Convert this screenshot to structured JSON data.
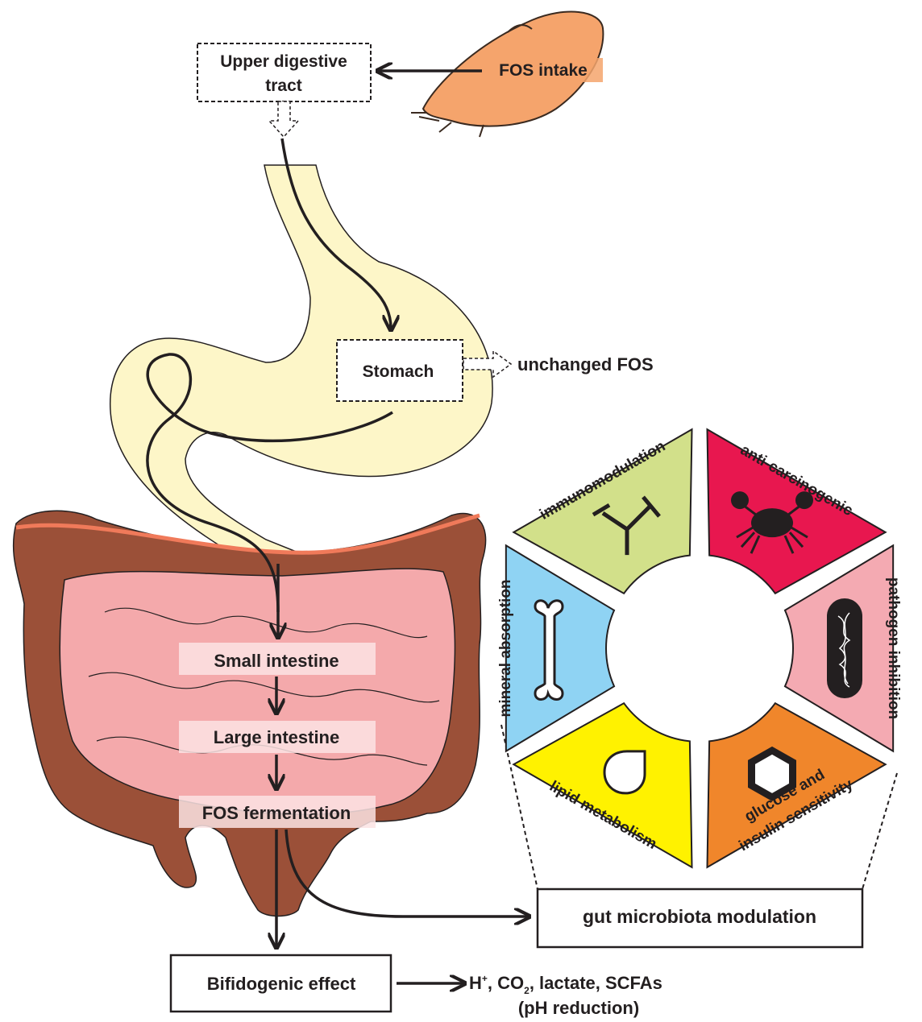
{
  "flow": {
    "fos_intake": "FOS intake",
    "upper_tract_line1": "Upper digestive",
    "upper_tract_line2": "tract",
    "stomach": "Stomach",
    "unchanged": "unchanged FOS",
    "small_intestine": "Small intestine",
    "large_intestine": "Large intestine",
    "fermentation": "FOS fermentation",
    "bifidogenic": "Bifidogenic effect",
    "gut_modulation": "gut microbiota modulation",
    "products_h": "H",
    "products_h_sup": "+",
    "products_co": ", CO",
    "products_co_sub": "2",
    "products_rest": ", lactate, SCFAs",
    "ph": "(pH reduction)"
  },
  "wheel": {
    "segments": [
      {
        "label": "immunomodulation",
        "color": "#d2e08a",
        "icon": "antibody-icon"
      },
      {
        "label": "anti-carcinogenic",
        "color": "#e8174f",
        "icon": "crab-icon"
      },
      {
        "label": "pathogen inhibition",
        "color": "#f4aab2",
        "icon": "bacterium-icon"
      },
      {
        "label": "glucose and",
        "label2": "insulin sensitivity",
        "color": "#f0862b",
        "icon": "hexagon-icon"
      },
      {
        "label": "lipid metabolism",
        "color": "#fff200",
        "icon": "droplet-icon"
      },
      {
        "label": "mineral absorption",
        "color": "#8fd3f3",
        "icon": "bone-icon"
      }
    ]
  },
  "colors": {
    "stomach": "#fdf6c8",
    "colon": "#9b5038",
    "small_intestine": "#f4a9ab"
  }
}
